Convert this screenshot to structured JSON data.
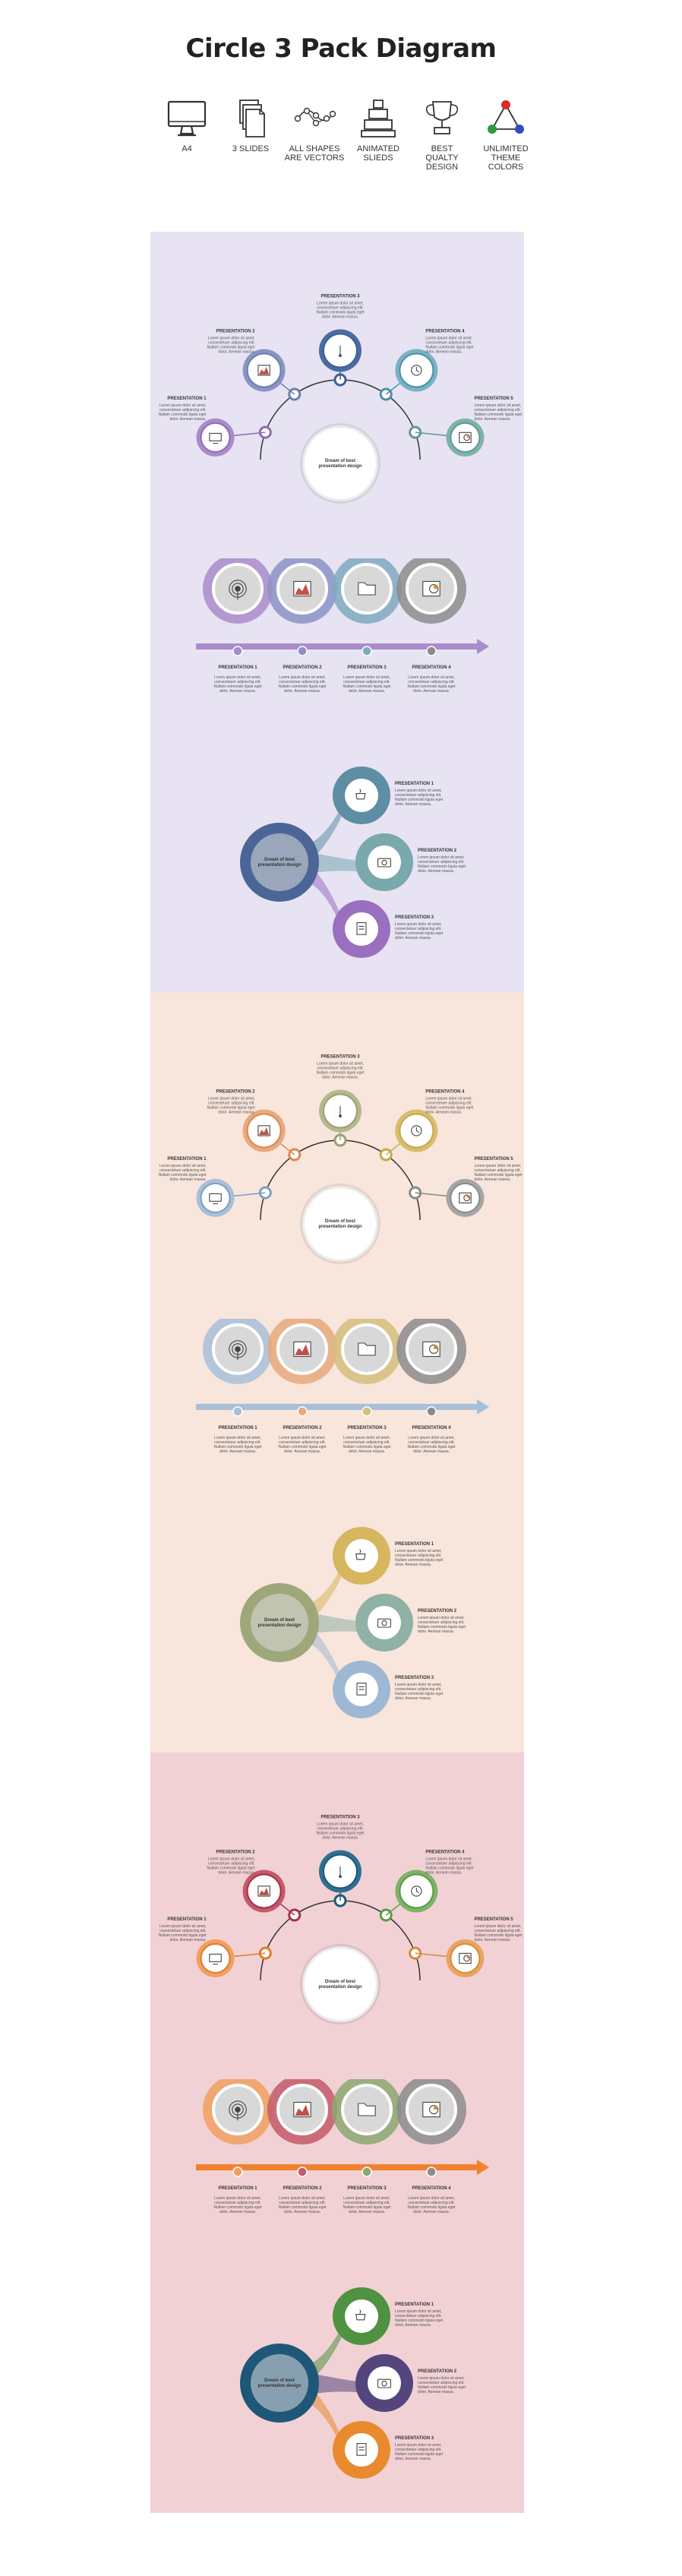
{
  "title": "Circle 3 Pack  Diagram",
  "features": [
    {
      "icon": "monitor-icon",
      "label": "A4"
    },
    {
      "icon": "slides-icon",
      "label": "3 SLIDES"
    },
    {
      "icon": "vector-nodes-icon",
      "label": "ALL SHAPES\nARE VECTORS"
    },
    {
      "icon": "animated-stack-icon",
      "label": "ANIMATED\nSLIEDS"
    },
    {
      "icon": "trophy-icon",
      "label": "BEST\nQUALTY\nDESIGN"
    },
    {
      "icon": "color-triangle-icon",
      "label": "UNLIMITED\nTHEME\nCOLORS"
    }
  ],
  "text": {
    "presentation": "PRESENTATION",
    "arc_center": "Dream of best\npresentation design",
    "pack_center": "Dream of best\npresentation design",
    "body": "Lorem ipsum dolor sit amet,\nconsectetuer adipiscing elit.\nNullam commodo ligula eget\ndolor. Aenean massa."
  },
  "themes": [
    {
      "name": "lavender",
      "background": "#e7e3f3",
      "arc": [
        "#8e6bb5",
        "#6b7fb0",
        "#3e5f96",
        "#4f8fa8",
        "#5e9a98"
      ],
      "arc_rings": [
        "#a98cc9",
        "#8b93c5",
        "#4b6ba3",
        "#79b2c4",
        "#7fb3aa"
      ],
      "timeline": [
        "#a98cc9",
        "#8b93c5",
        "#7fa9bf",
        "#8c8c8c"
      ],
      "timeline_bar": "#a98cc9",
      "pack": {
        "center": "#4b6596",
        "top": "#5e8ea3",
        "mid": "#79a8ad",
        "bottom": "#9a6fbf"
      }
    },
    {
      "name": "peach",
      "background": "#f8e5dc",
      "arc": [
        "#7f9fc1",
        "#d98a55",
        "#9aa070",
        "#c8a94f",
        "#8a8a8a"
      ],
      "arc_rings": [
        "#a8bfd8",
        "#e8a97c",
        "#b5b88e",
        "#d9bd6c",
        "#a5a5a5"
      ],
      "timeline": [
        "#a8bfd8",
        "#e8a97c",
        "#d4c07c",
        "#8c8c8c"
      ],
      "timeline_bar": "#a8bfd8",
      "pack": {
        "center": "#9ea77a",
        "top": "#d6b65f",
        "mid": "#8fb1a6",
        "bottom": "#9eb8d4"
      }
    },
    {
      "name": "rose",
      "background": "#f2d1d5",
      "arc": [
        "#e07b2b",
        "#a33348",
        "#1e5a7a",
        "#5d9a47",
        "#d98a3a"
      ],
      "arc_rings": [
        "#f0a060",
        "#c45a6a",
        "#2f6f93",
        "#7fb36a",
        "#e8a462"
      ],
      "timeline": [
        "#f0a060",
        "#c45a6a",
        "#8ba870",
        "#8c8c8c"
      ],
      "timeline_bar": "#f0822f",
      "pack": {
        "center": "#1f5778",
        "top": "#4f9242",
        "mid": "#55457d",
        "bottom": "#e88a2d"
      }
    }
  ]
}
